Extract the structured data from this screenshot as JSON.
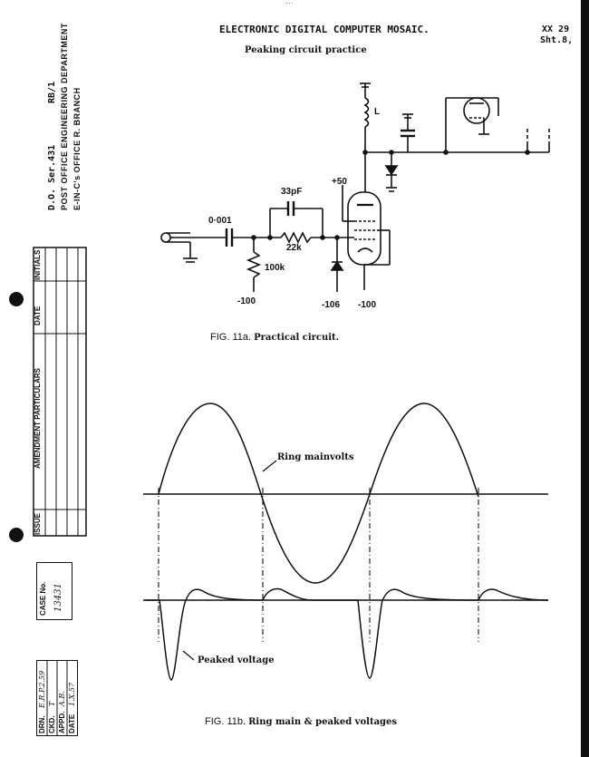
{
  "header": {
    "top_scribble": "…",
    "title": "ELECTRONIC DIGITAL COMPUTER MOSAIC.",
    "subtitle": "Peaking circuit practice",
    "ref_top": "XX 29",
    "ref_bottom": "Sht.8,"
  },
  "sidebar": {
    "do_line": "D.O. Ser.431",
    "do_code": "RB/1",
    "dept": "POST OFFICE ENGINEERING DEPARTMENT",
    "branch": "E-IN-C's OFFICE R. BRANCH",
    "amend_cols": [
      "ISSUE",
      "AMENDMENT PARTICULARS",
      "DATE",
      "INITIALS"
    ],
    "case_label": "CASE No.",
    "case_no": "13431",
    "sign_rows": [
      "DRN.",
      "CKD.",
      "APPD.",
      "DATE"
    ],
    "sign_values": [
      "E.R.P.2.59",
      "T",
      "A.B.",
      "1.X.57"
    ]
  },
  "fig_a": {
    "caption_prefix": "FIG. 11a.",
    "caption_text": "Practical circuit.",
    "labels": {
      "cap1": "0·001",
      "cap2": "33pF",
      "res1": "22k",
      "res2": "100k",
      "inductor": "L",
      "plus": "+50",
      "v1": "-100",
      "v2": "-106",
      "v3": "-100"
    }
  },
  "fig_b": {
    "caption_prefix": "FIG. 11b.",
    "caption_text": "Ring main & peaked voltages",
    "label_sine": "Ring mainvolts",
    "label_peak": "Peaked voltage"
  },
  "colors": {
    "ink": "#111111",
    "paper": "#ffffff"
  }
}
